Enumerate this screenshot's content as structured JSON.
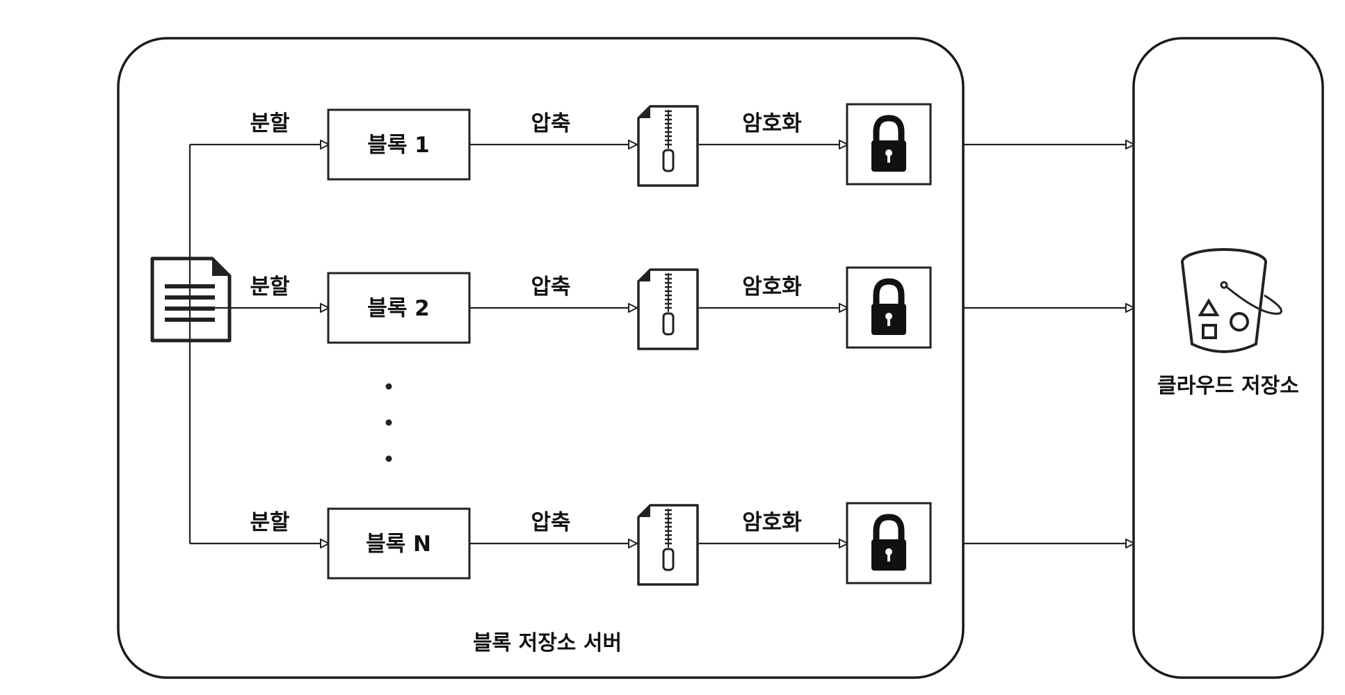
{
  "diagram": {
    "server_container_label": "블록 저장소 서버",
    "cloud_container_label": "클라우드 저장소",
    "split_label": "분할",
    "compress_label": "압축",
    "encrypt_label": "암호화",
    "ellipsis": "⋮",
    "rows": [
      {
        "block_label": "블록 1"
      },
      {
        "block_label": "블록 2"
      },
      {
        "block_label": "블록 N"
      }
    ],
    "icons": {
      "source": "document-icon",
      "compressed": "zip-file-icon",
      "encrypted": "lock-icon",
      "storage": "bucket-icon"
    }
  }
}
